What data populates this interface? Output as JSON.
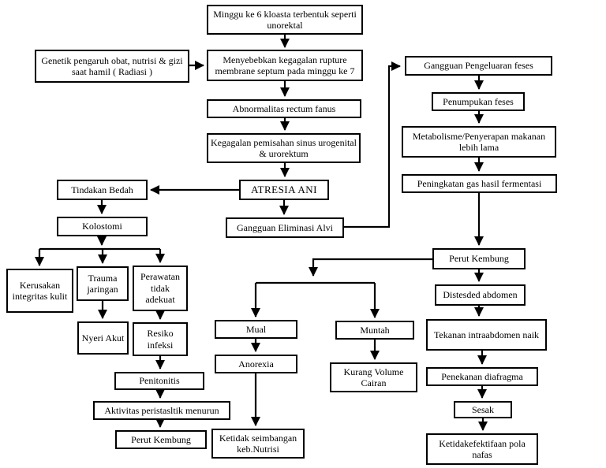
{
  "diagram": {
    "type": "flowchart",
    "language": "Indonesian",
    "topic": "Pathway Atresia Ani",
    "colors": {
      "background": "#ffffff",
      "line": "#000000",
      "box_border": "#000000",
      "text": "#000000"
    },
    "nodes": [
      {
        "id": "minggu6",
        "label": "Minggu ke 6 kloasta terbentuk seperti unorektal"
      },
      {
        "id": "genetik",
        "label": "Genetik pengaruh obat, nutrisi & gizi saat hamil ( Radiasi )"
      },
      {
        "id": "rupture",
        "label": "Menyebebkan kegagalan rupture membrane septum pada minggu ke 7"
      },
      {
        "id": "abnormalitas",
        "label": "Abnormalitas rectum fanus"
      },
      {
        "id": "kegagalan-pemisahan",
        "label": "Kegagalan pemisahan sinus urogenital & urorektum"
      },
      {
        "id": "atresia-ani",
        "label": "ATRESIA ANI"
      },
      {
        "id": "tindakan-bedah",
        "label": "Tindakan Bedah"
      },
      {
        "id": "kolostomi",
        "label": "Kolostomi"
      },
      {
        "id": "gangguan-eliminasi-alvi",
        "label": "Gangguan Eliminasi Alvi"
      },
      {
        "id": "gangguan-pengeluaran-feses",
        "label": "Gangguan Pengeluaran feses"
      },
      {
        "id": "penumpukan-feses",
        "label": "Penumpukan feses"
      },
      {
        "id": "metabolisme",
        "label": "Metabolisme/Penyerapan makanan lebih lama"
      },
      {
        "id": "peningkatan-gas",
        "label": "Peningkatan gas hasil fermentasi"
      },
      {
        "id": "perut-kembung-kanan",
        "label": "Perut Kembung"
      },
      {
        "id": "distesded-abdomen",
        "label": "Distesded abdomen"
      },
      {
        "id": "tekanan-intraabdomen",
        "label": "Tekanan intraabdomen naik"
      },
      {
        "id": "penekanan-diafragma",
        "label": "Penekanan diafragma"
      },
      {
        "id": "sesak",
        "label": "Sesak"
      },
      {
        "id": "pola-nafas",
        "label": "Ketidakefektifaan pola nafas"
      },
      {
        "id": "kerusakan-integritas-kulit",
        "label": "Kerusakan integritas kulit"
      },
      {
        "id": "trauma-jaringan",
        "label": "Trauma jaringan"
      },
      {
        "id": "perawatan-tidak-adekuat",
        "label": "Perawatan tidak adekuat"
      },
      {
        "id": "nyeri-akut",
        "label": "Nyeri Akut"
      },
      {
        "id": "resiko-infeksi",
        "label": "Resiko infeksi"
      },
      {
        "id": "penitonitis",
        "label": "Penitonitis"
      },
      {
        "id": "aktivitas-peristaltik",
        "label": "Aktivitas peristasltik menurun"
      },
      {
        "id": "perut-kembung-bawah",
        "label": "Perut Kembung"
      },
      {
        "id": "mual",
        "label": "Mual"
      },
      {
        "id": "anorexia",
        "label": "Anorexia"
      },
      {
        "id": "keb-nutrisi",
        "label": "Ketidak seimbangan keb.Nutrisi"
      },
      {
        "id": "muntah",
        "label": "Muntah"
      },
      {
        "id": "kurang-volume-cairan",
        "label": "Kurang Volume Cairan"
      }
    ],
    "edges": [
      {
        "from": "minggu6",
        "to": "rupture"
      },
      {
        "from": "genetik",
        "to": "rupture"
      },
      {
        "from": "rupture",
        "to": "abnormalitas"
      },
      {
        "from": "abnormalitas",
        "to": "kegagalan-pemisahan"
      },
      {
        "from": "kegagalan-pemisahan",
        "to": "atresia-ani"
      },
      {
        "from": "atresia-ani",
        "to": "tindakan-bedah"
      },
      {
        "from": "atresia-ani",
        "to": "gangguan-eliminasi-alvi"
      },
      {
        "from": "gangguan-eliminasi-alvi",
        "to": "gangguan-pengeluaran-feses"
      },
      {
        "from": "gangguan-pengeluaran-feses",
        "to": "penumpukan-feses"
      },
      {
        "from": "penumpukan-feses",
        "to": "metabolisme"
      },
      {
        "from": "metabolisme",
        "to": "peningkatan-gas"
      },
      {
        "from": "peningkatan-gas",
        "to": "perut-kembung-kanan"
      },
      {
        "from": "perut-kembung-kanan",
        "to": "mual"
      },
      {
        "from": "perut-kembung-kanan",
        "to": "muntah"
      },
      {
        "from": "perut-kembung-kanan",
        "to": "distesded-abdomen"
      },
      {
        "from": "distesded-abdomen",
        "to": "tekanan-intraabdomen"
      },
      {
        "from": "tekanan-intraabdomen",
        "to": "penekanan-diafragma"
      },
      {
        "from": "penekanan-diafragma",
        "to": "sesak"
      },
      {
        "from": "sesak",
        "to": "pola-nafas"
      },
      {
        "from": "tindakan-bedah",
        "to": "kolostomi"
      },
      {
        "from": "kolostomi",
        "to": "kerusakan-integritas-kulit"
      },
      {
        "from": "kolostomi",
        "to": "trauma-jaringan"
      },
      {
        "from": "kolostomi",
        "to": "perawatan-tidak-adekuat"
      },
      {
        "from": "trauma-jaringan",
        "to": "nyeri-akut"
      },
      {
        "from": "perawatan-tidak-adekuat",
        "to": "resiko-infeksi"
      },
      {
        "from": "resiko-infeksi",
        "to": "penitonitis"
      },
      {
        "from": "penitonitis",
        "to": "aktivitas-peristaltik"
      },
      {
        "from": "aktivitas-peristaltik",
        "to": "perut-kembung-bawah"
      },
      {
        "from": "mual",
        "to": "anorexia"
      },
      {
        "from": "anorexia",
        "to": "keb-nutrisi"
      },
      {
        "from": "muntah",
        "to": "kurang-volume-cairan"
      }
    ]
  }
}
